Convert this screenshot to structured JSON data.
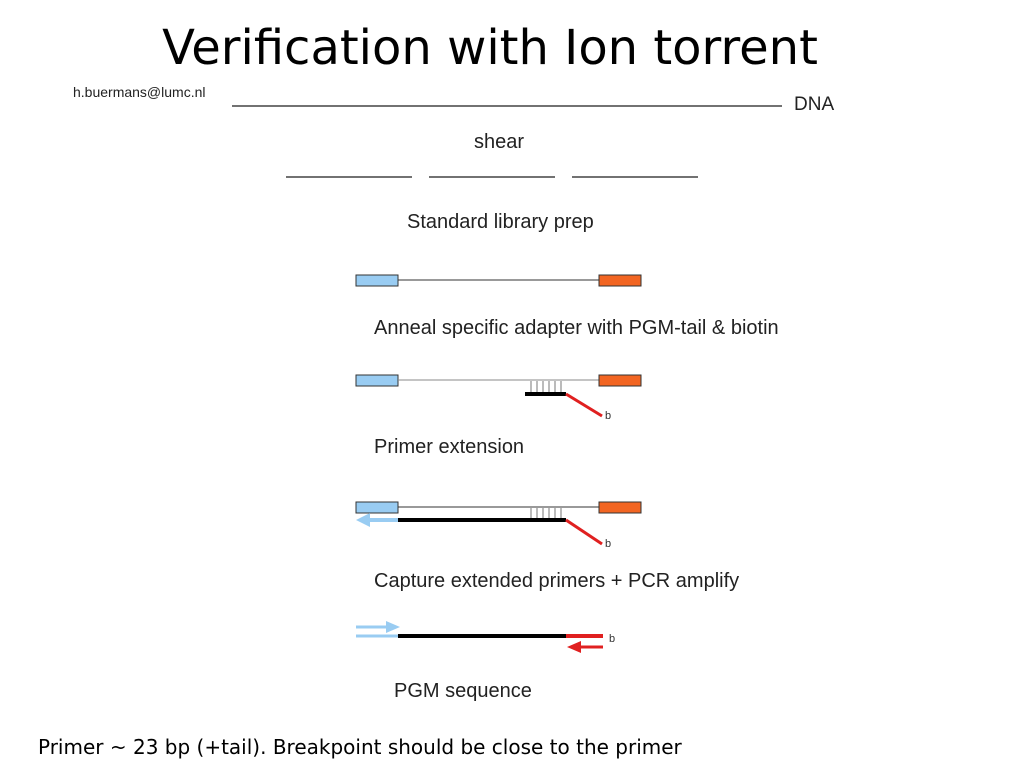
{
  "title": "Verification with Ion torrent",
  "author": "h.buermans@lumc.nl",
  "steps": {
    "dna": "DNA",
    "shear": "shear",
    "library_prep": "Standard library prep",
    "anneal": "Anneal specific adapter with  PGM-tail & biotin",
    "extension": "Primer extension",
    "capture": "Capture extended primers + PCR amplify",
    "sequence": "PGM sequence"
  },
  "biotin_label": "b",
  "caption": "Primer ~ 23 bp (+tail). Breakpoint should be close to the primer",
  "colors": {
    "adapter_left": "#99ccf2",
    "adapter_right": "#f26522",
    "biotin_line": "#e02020",
    "primer": "#000000",
    "arrow_light_blue": "#99ccf2",
    "arrow_red": "#e02020"
  }
}
